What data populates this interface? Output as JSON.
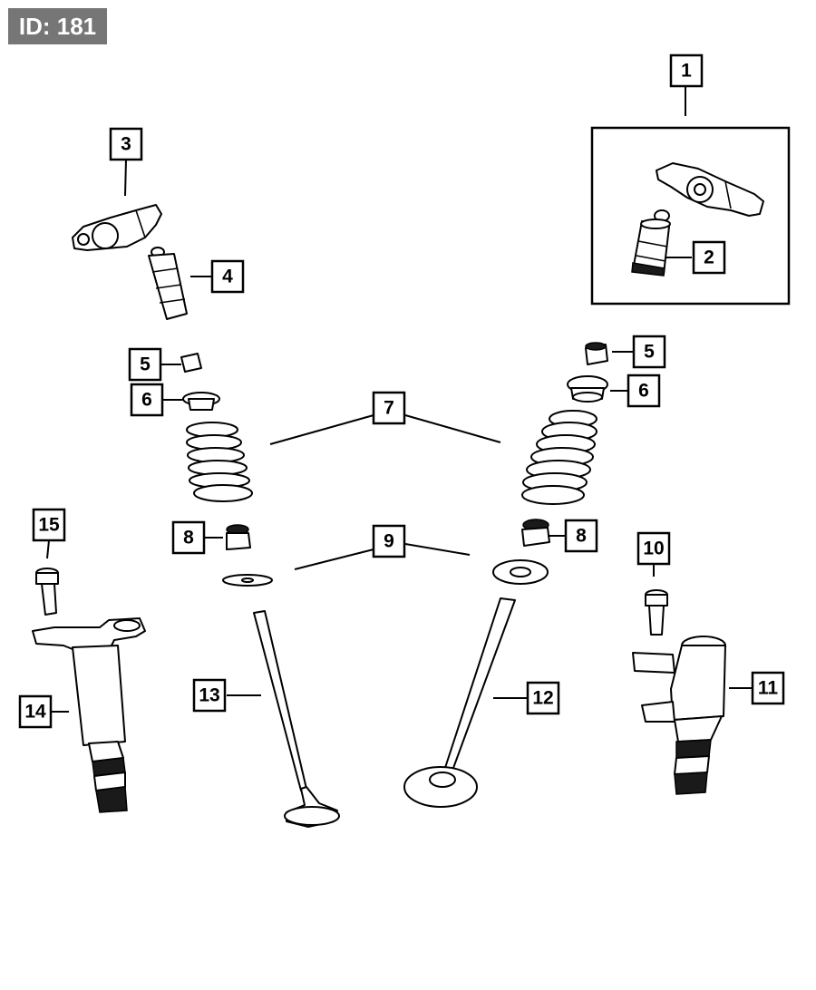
{
  "id_badge": "ID: 181",
  "callouts": [
    "1",
    "2",
    "3",
    "4",
    "5",
    "5",
    "6",
    "6",
    "7",
    "8",
    "8",
    "9",
    "10",
    "11",
    "12",
    "13",
    "14",
    "15"
  ]
}
